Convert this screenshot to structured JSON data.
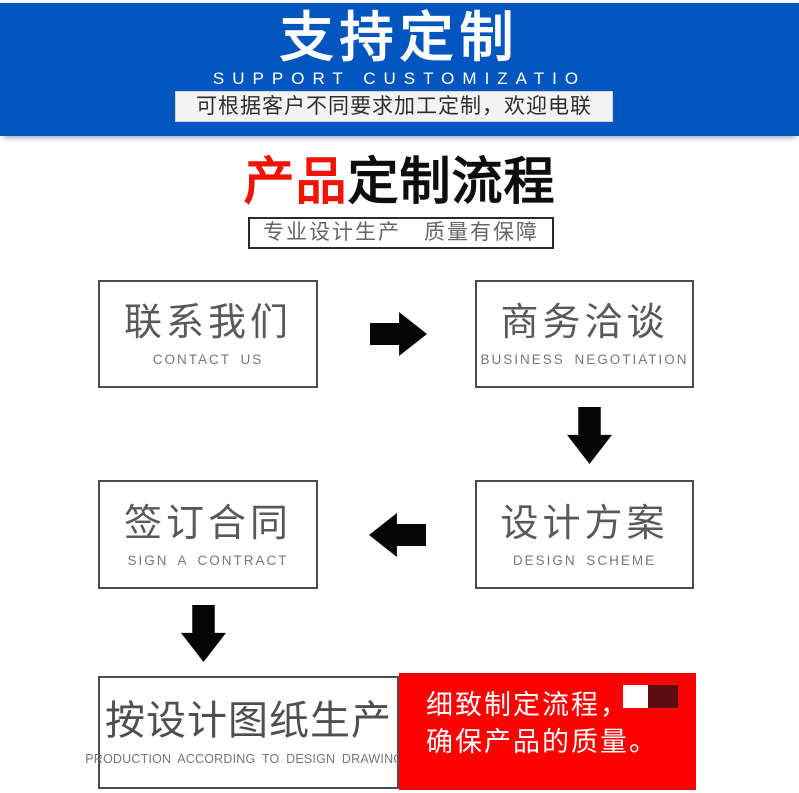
{
  "banner": {
    "title": "支持定制",
    "subtitle": "SUPPORT CUSTOMIZATIO",
    "notice": "可根据客户不同要求加工定制，欢迎电联",
    "bg_color": "#0356bd"
  },
  "section_title": {
    "highlight": "产品",
    "rest": "定制流程",
    "highlight_color": "#ee1508",
    "rest_color": "#0d0d0d"
  },
  "tagline": "专业设计生产　质量有保障",
  "flow": {
    "steps": [
      {
        "zh": "联系我们",
        "en": "CONTACT US"
      },
      {
        "zh": "商务洽谈",
        "en": "BUSINESS NEGOTIATION"
      },
      {
        "zh": "设计方案",
        "en": "DESIGN SCHEME"
      },
      {
        "zh": "签订合同",
        "en": "SIGN A CONTRACT"
      },
      {
        "zh": "按设计图纸生产",
        "en": "PRODUCTION ACCORDING TO DESIGN DRAWINGS"
      }
    ],
    "note": {
      "line1": "细致制定流程，",
      "line2": "确保产品的质量。",
      "bg_color": "#fb0100",
      "dark_square_color": "#5c0b10"
    },
    "arrow_color": "#050505"
  }
}
